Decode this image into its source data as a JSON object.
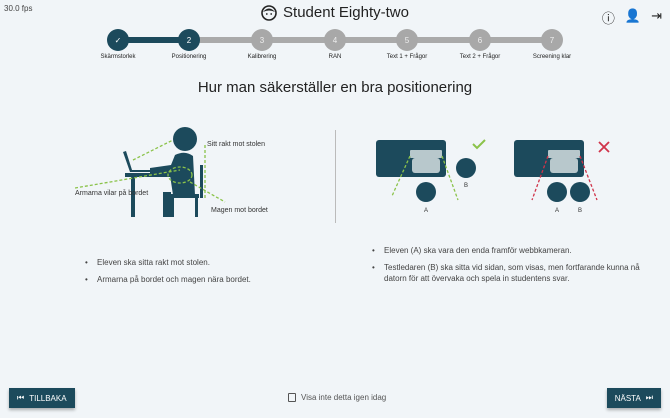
{
  "fps": "30.0 fps",
  "header": {
    "title": "Student Eighty-two",
    "icons": [
      "face-icon",
      "help-icon",
      "speaker-user-icon",
      "logout-icon"
    ]
  },
  "stepper": {
    "current": 2,
    "steps": [
      {
        "num": "✓",
        "label": "Skärmstorlek",
        "state": "done"
      },
      {
        "num": "2",
        "label": "Positionering",
        "state": "active"
      },
      {
        "num": "3",
        "label": "Kalibrering",
        "state": "todo"
      },
      {
        "num": "4",
        "label": "RAN",
        "state": "todo"
      },
      {
        "num": "5",
        "label": "Text 1 + Frågor",
        "state": "todo"
      },
      {
        "num": "6",
        "label": "Text 2 + Frågor",
        "state": "todo"
      },
      {
        "num": "7",
        "label": "Screening klar",
        "state": "todo"
      }
    ]
  },
  "main": {
    "heading": "Hur man säkerställer en bra positionering",
    "left": {
      "annotations": {
        "sit": "Sitt rakt mot stolen",
        "arms": "Armarna vilar på bordet",
        "stomach": "Magen mot bordet"
      },
      "bullets": [
        "Eleven ska sitta rakt mot stolen.",
        "Armarna på bordet och magen nära bordet."
      ]
    },
    "right": {
      "labels": {
        "a": "A",
        "b": "B"
      },
      "bullets": [
        "Eleven (A) ska vara den enda framför webbkameran.",
        "Testledaren (B) ska sitta vid sidan, som visas, men fortfarande kunna nå datorn för att övervaka och spela in studentens svar."
      ]
    }
  },
  "footer": {
    "back": "TILLBAKA",
    "next": "NÄSTA",
    "checkbox": "Visa inte detta igen idag",
    "checked": false
  },
  "colors": {
    "primary": "#1c4a5c",
    "inactive": "#a8a8a8",
    "good": "#8bc34a",
    "bad": "#d0344a"
  }
}
